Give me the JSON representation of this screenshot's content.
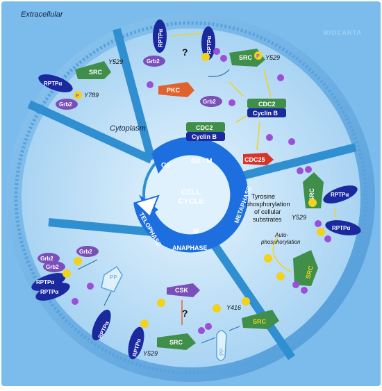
{
  "labels": {
    "extracellular": "Extracellular",
    "cytoplasm": "Cytoplasm",
    "logo": "BIOCARTA",
    "center_line1": "CELL",
    "center_line2": "CYCLE",
    "phase_g2": "G2",
    "phase_g2m": "G2 - M",
    "phase_m": "M",
    "phase_metaphase": "METAPHASE",
    "phase_anaphase": "ANAPHASE",
    "phase_telophase": "TELOPHASE",
    "tyrosine_line1": "Tyrosine",
    "tyrosine_line2": "phosphorylation",
    "tyrosine_line3": "of cellular",
    "tyrosine_line4": "substrates",
    "auto_line1": "Auto-",
    "auto_line2": "phosphorylation",
    "question": "?",
    "p": "P"
  },
  "proteins": {
    "src": "SRC",
    "grb2": "Grb2",
    "pkc": "PKC",
    "cdc2": "CDC2",
    "cyclin_b": "Cyclin B",
    "cdc25": "CDC25",
    "csk": "CSK",
    "rptpa": "RPTPα",
    "pp": "PP"
  },
  "residues": {
    "y529": "Y529",
    "y789": "Y789",
    "y416": "Y416"
  },
  "colors": {
    "outer_membrane": "#6fb2e8",
    "cytoplasm": "#bfe1f8",
    "divider": "#2f8fd0",
    "cycle_arrow": "#1d6fe0",
    "src_green": "#3f8f4a",
    "rptp_blue": "#1a2a9e",
    "grb2_purple": "#7a4fb8",
    "pkc_orange": "#e0632e",
    "cdc25_red": "#d8352a",
    "phospho_yellow": "#f2d21a",
    "purple_p": "#9b4fd8"
  }
}
